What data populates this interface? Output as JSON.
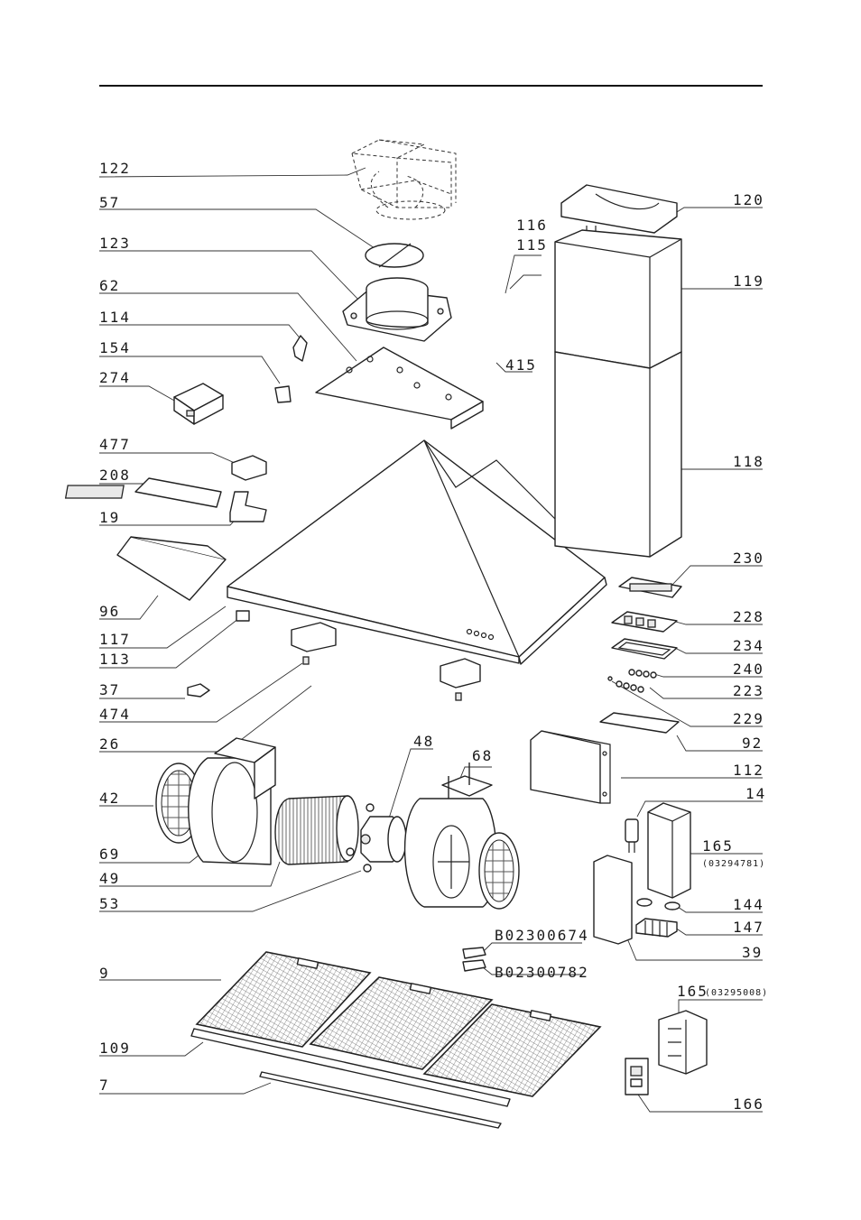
{
  "part_labels": {
    "p122": "122",
    "p57": "57",
    "p123": "123",
    "p62": "62",
    "p114": "114",
    "p154": "154",
    "p274": "274",
    "p477": "477",
    "p208": "208",
    "p19": "19",
    "p96": "96",
    "p117": "117",
    "p113": "113",
    "p37": "37",
    "p474": "474",
    "p26": "26",
    "p42": "42",
    "p69": "69",
    "p49": "49",
    "p53": "53",
    "p9": "9",
    "p109": "109",
    "p7": "7",
    "p116": "116",
    "p115": "115",
    "p415": "415",
    "p120": "120",
    "p119": "119",
    "p118": "118",
    "p230": "230",
    "p228": "228",
    "p234": "234",
    "p240": "240",
    "p223": "223",
    "p229": "229",
    "p92": "92",
    "p112": "112",
    "p14": "14",
    "p165a": "165",
    "p165a_code": "(03294781)",
    "p144": "144",
    "p147": "147",
    "p39": "39",
    "p48": "48",
    "p68": "68",
    "pB674": "B02300674",
    "pB782": "B02300782",
    "p165b": "165",
    "p165b_code": "(03295008)",
    "p166": "166"
  }
}
